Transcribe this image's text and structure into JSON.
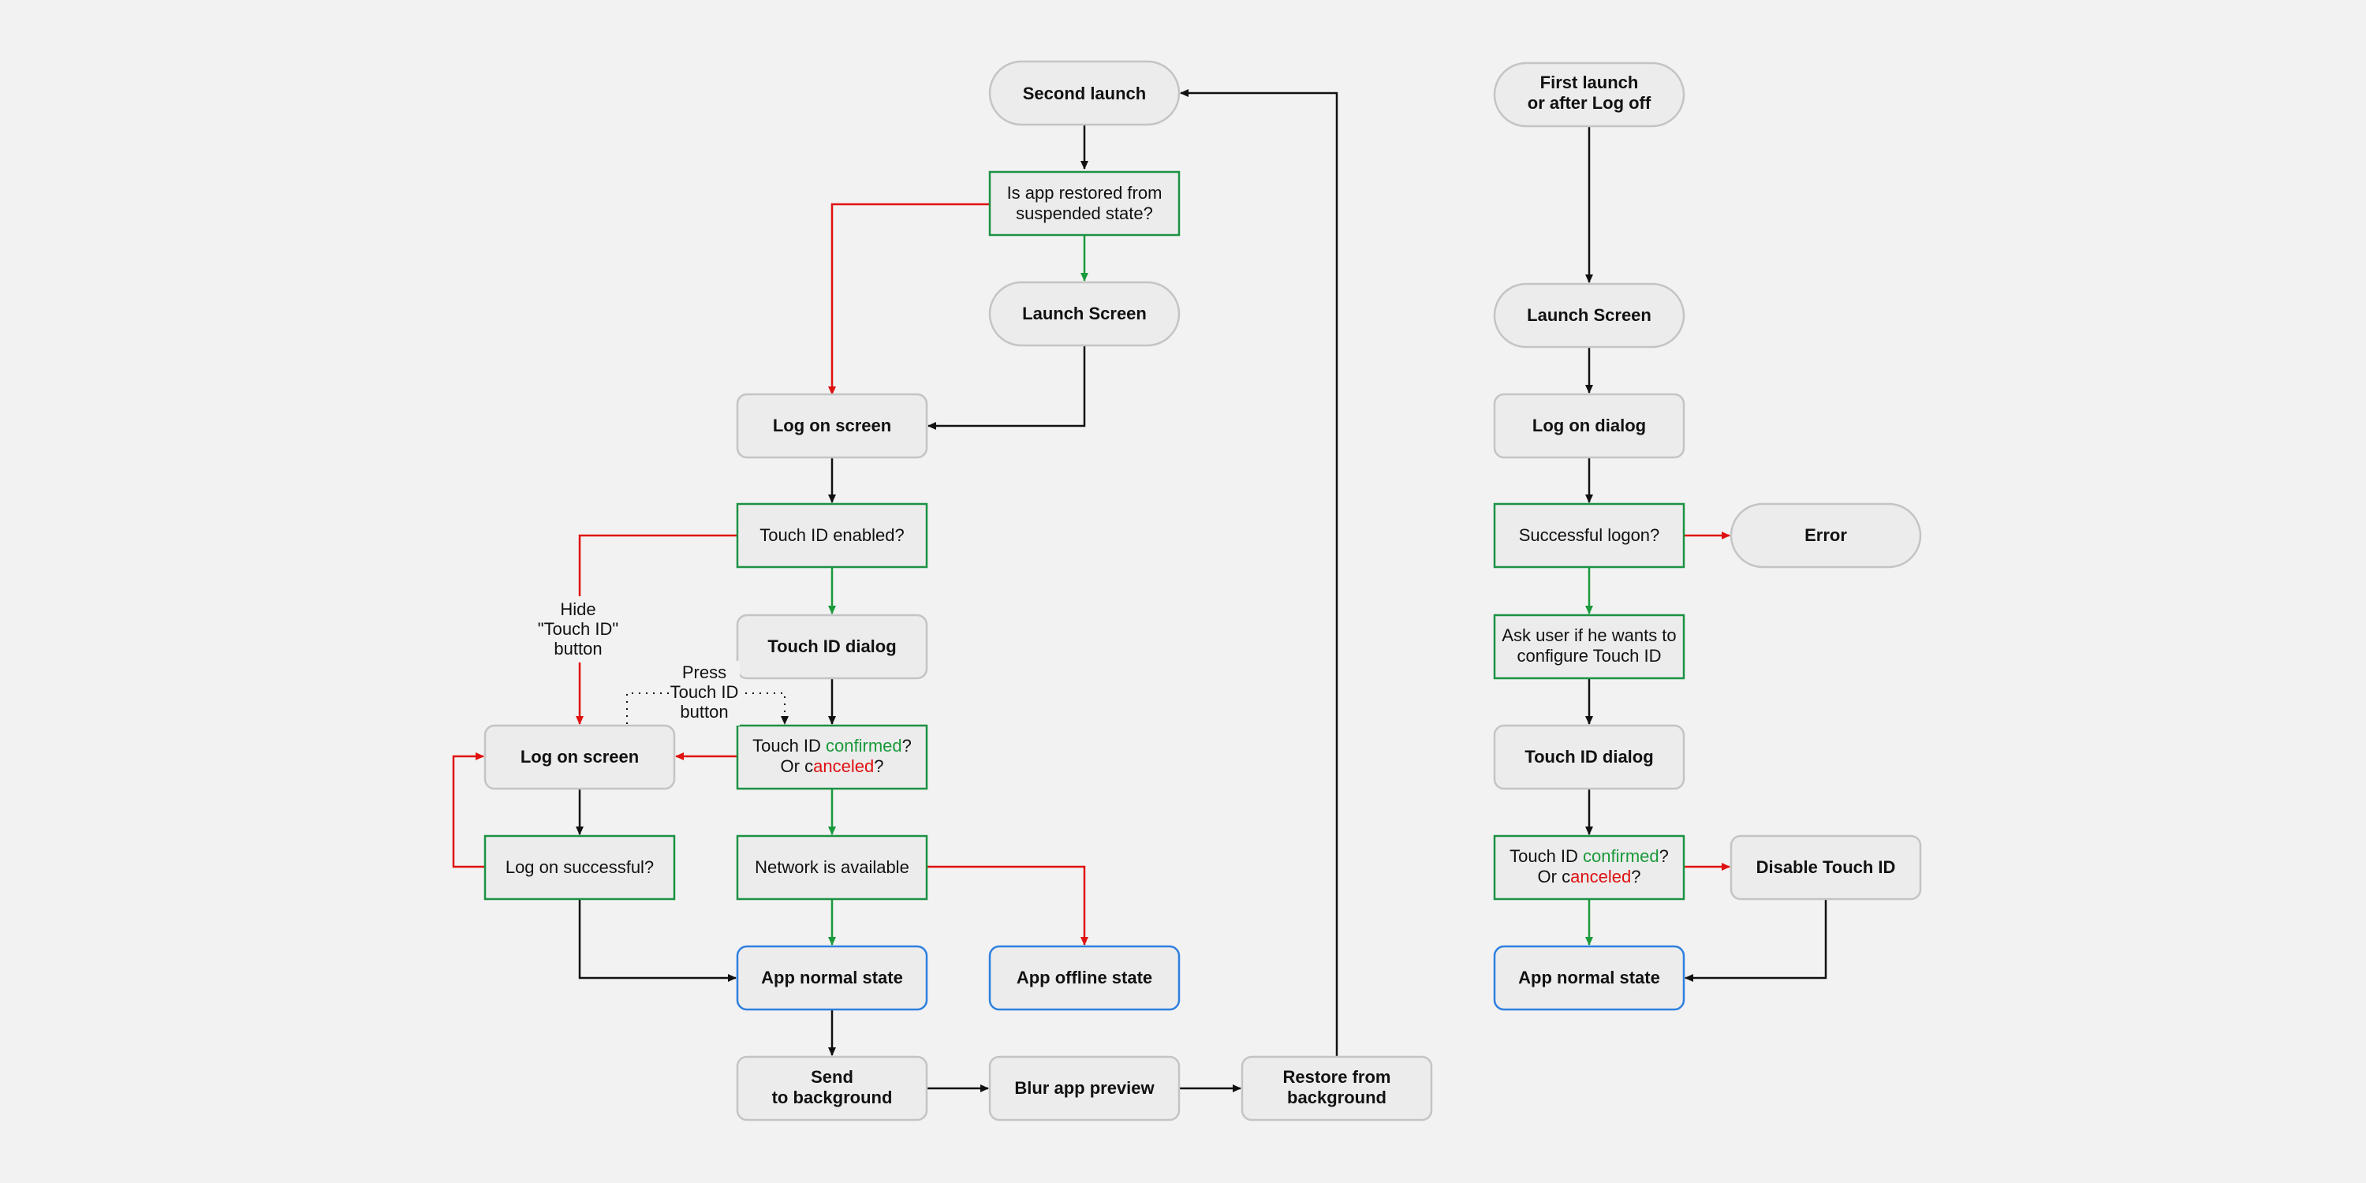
{
  "colors": {
    "background": "#f2f2f2",
    "node_fill": "#ececec",
    "gray_border": "#c4c4c4",
    "decision_border": "#1b9243",
    "state_border": "#2e7fe0",
    "arrow_black": "#111111",
    "arrow_green": "#1a9a3a",
    "arrow_red": "#e01010"
  },
  "nodes": {
    "second_launch": [
      "Second launch"
    ],
    "is_restored": [
      "Is app restored from",
      "suspended state?"
    ],
    "launch_screen_left": [
      "Launch Screen"
    ],
    "log_on_screen_1": [
      "Log on screen"
    ],
    "touch_id_enabled": [
      "Touch ID enabled?"
    ],
    "touch_id_dialog_left": [
      "Touch ID dialog"
    ],
    "log_on_screen_2": [
      "Log on screen"
    ],
    "log_on_successful": [
      "Log on successful?"
    ],
    "network_available": [
      "Network is available"
    ],
    "app_normal_left": [
      "App normal state"
    ],
    "app_offline": [
      "App offline state"
    ],
    "send_background": [
      "Send",
      "to background"
    ],
    "blur_preview": [
      "Blur app preview"
    ],
    "restore_background": [
      "Restore from",
      "background"
    ],
    "first_launch": [
      "First launch",
      "or after Log off"
    ],
    "launch_screen_right": [
      "Launch Screen"
    ],
    "log_on_dialog": [
      "Log on dialog"
    ],
    "successful_logon": [
      "Successful logon?"
    ],
    "error": [
      "Error"
    ],
    "ask_user": [
      "Ask user if he wants to",
      "configure Touch ID"
    ],
    "touch_id_dialog_right": [
      "Touch ID dialog"
    ],
    "disable_touch_id": [
      "Disable Touch ID"
    ],
    "app_normal_right": [
      "App normal state"
    ]
  },
  "confirm_question": {
    "line1": {
      "prefix": "Touch ID ",
      "confirmed": "confirmed",
      "suffix": "?"
    },
    "line2": {
      "prefix": "Or c",
      "canceled": "anceled",
      "suffix": "?"
    }
  },
  "edge_labels": {
    "hide_touch_id": [
      "Hide",
      "\"Touch ID\"",
      "button"
    ],
    "press_touch_id": [
      "Press",
      "Touch ID",
      "button"
    ]
  }
}
